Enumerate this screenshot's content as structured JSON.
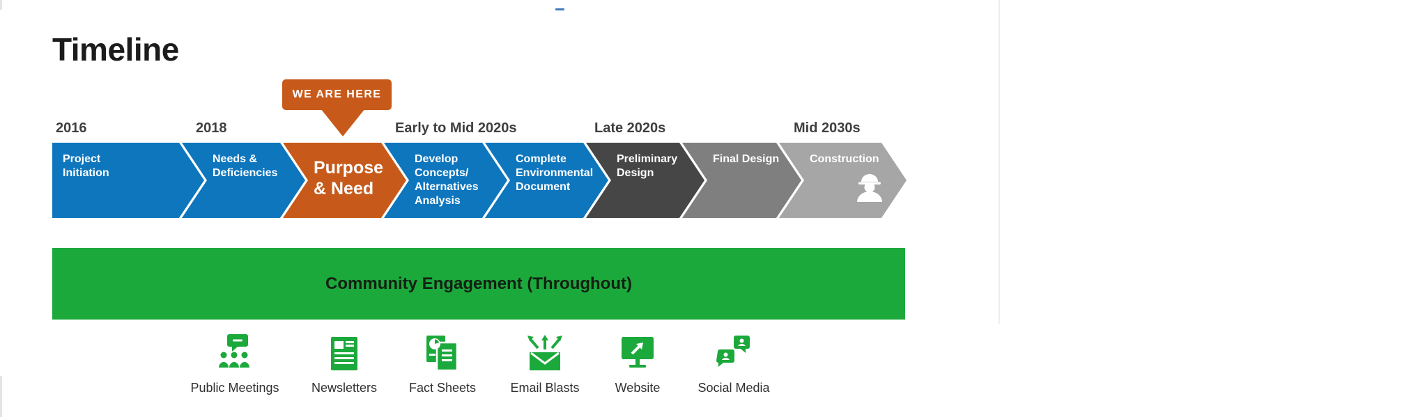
{
  "page": {
    "title": "Timeline"
  },
  "badge": {
    "label": "WE ARE HERE",
    "color": "#c75a1a"
  },
  "timeline": {
    "year_labels": [
      "2016",
      "2018",
      "Early to Mid 2020s",
      "Late 2020s",
      "Mid 2030s"
    ],
    "segments": [
      {
        "label": "Project Initiation",
        "color": "#0e76bd",
        "status": "past"
      },
      {
        "label": "Needs & Deficiencies",
        "color": "#0e76bd",
        "status": "past"
      },
      {
        "label": "Purpose & Need",
        "color": "#c75a1a",
        "status": "current",
        "marker": "WE ARE HERE"
      },
      {
        "label": "Develop Concepts/ Alternatives Analysis",
        "color": "#0e76bd",
        "status": "upcoming"
      },
      {
        "label": "Complete Environmental Document",
        "color": "#0e76bd",
        "status": "upcoming"
      },
      {
        "label": "Preliminary Design",
        "color": "#464646",
        "status": "future"
      },
      {
        "label": "Final Design",
        "color": "#7f7f7f",
        "status": "future"
      },
      {
        "label": "Construction",
        "color": "#a6a6a6",
        "status": "future",
        "icon": "construction-worker-icon"
      }
    ]
  },
  "engagement": {
    "title": "Community Engagement (Throughout)",
    "color": "#1ca93c",
    "channels": [
      {
        "label": "Public Meetings",
        "icon": "public-meetings-icon"
      },
      {
        "label": "Newsletters",
        "icon": "newsletters-icon"
      },
      {
        "label": "Fact Sheets",
        "icon": "fact-sheets-icon"
      },
      {
        "label": "Email Blasts",
        "icon": "email-blasts-icon"
      },
      {
        "label": "Website",
        "icon": "website-icon"
      },
      {
        "label": "Social Media",
        "icon": "social-media-icon"
      }
    ]
  },
  "colors": {
    "blue": "#0e76bd",
    "orange": "#c75a1a",
    "dark_gray": "#464646",
    "mid_gray": "#7f7f7f",
    "light_gray": "#a6a6a6",
    "green": "#1ca93c"
  }
}
